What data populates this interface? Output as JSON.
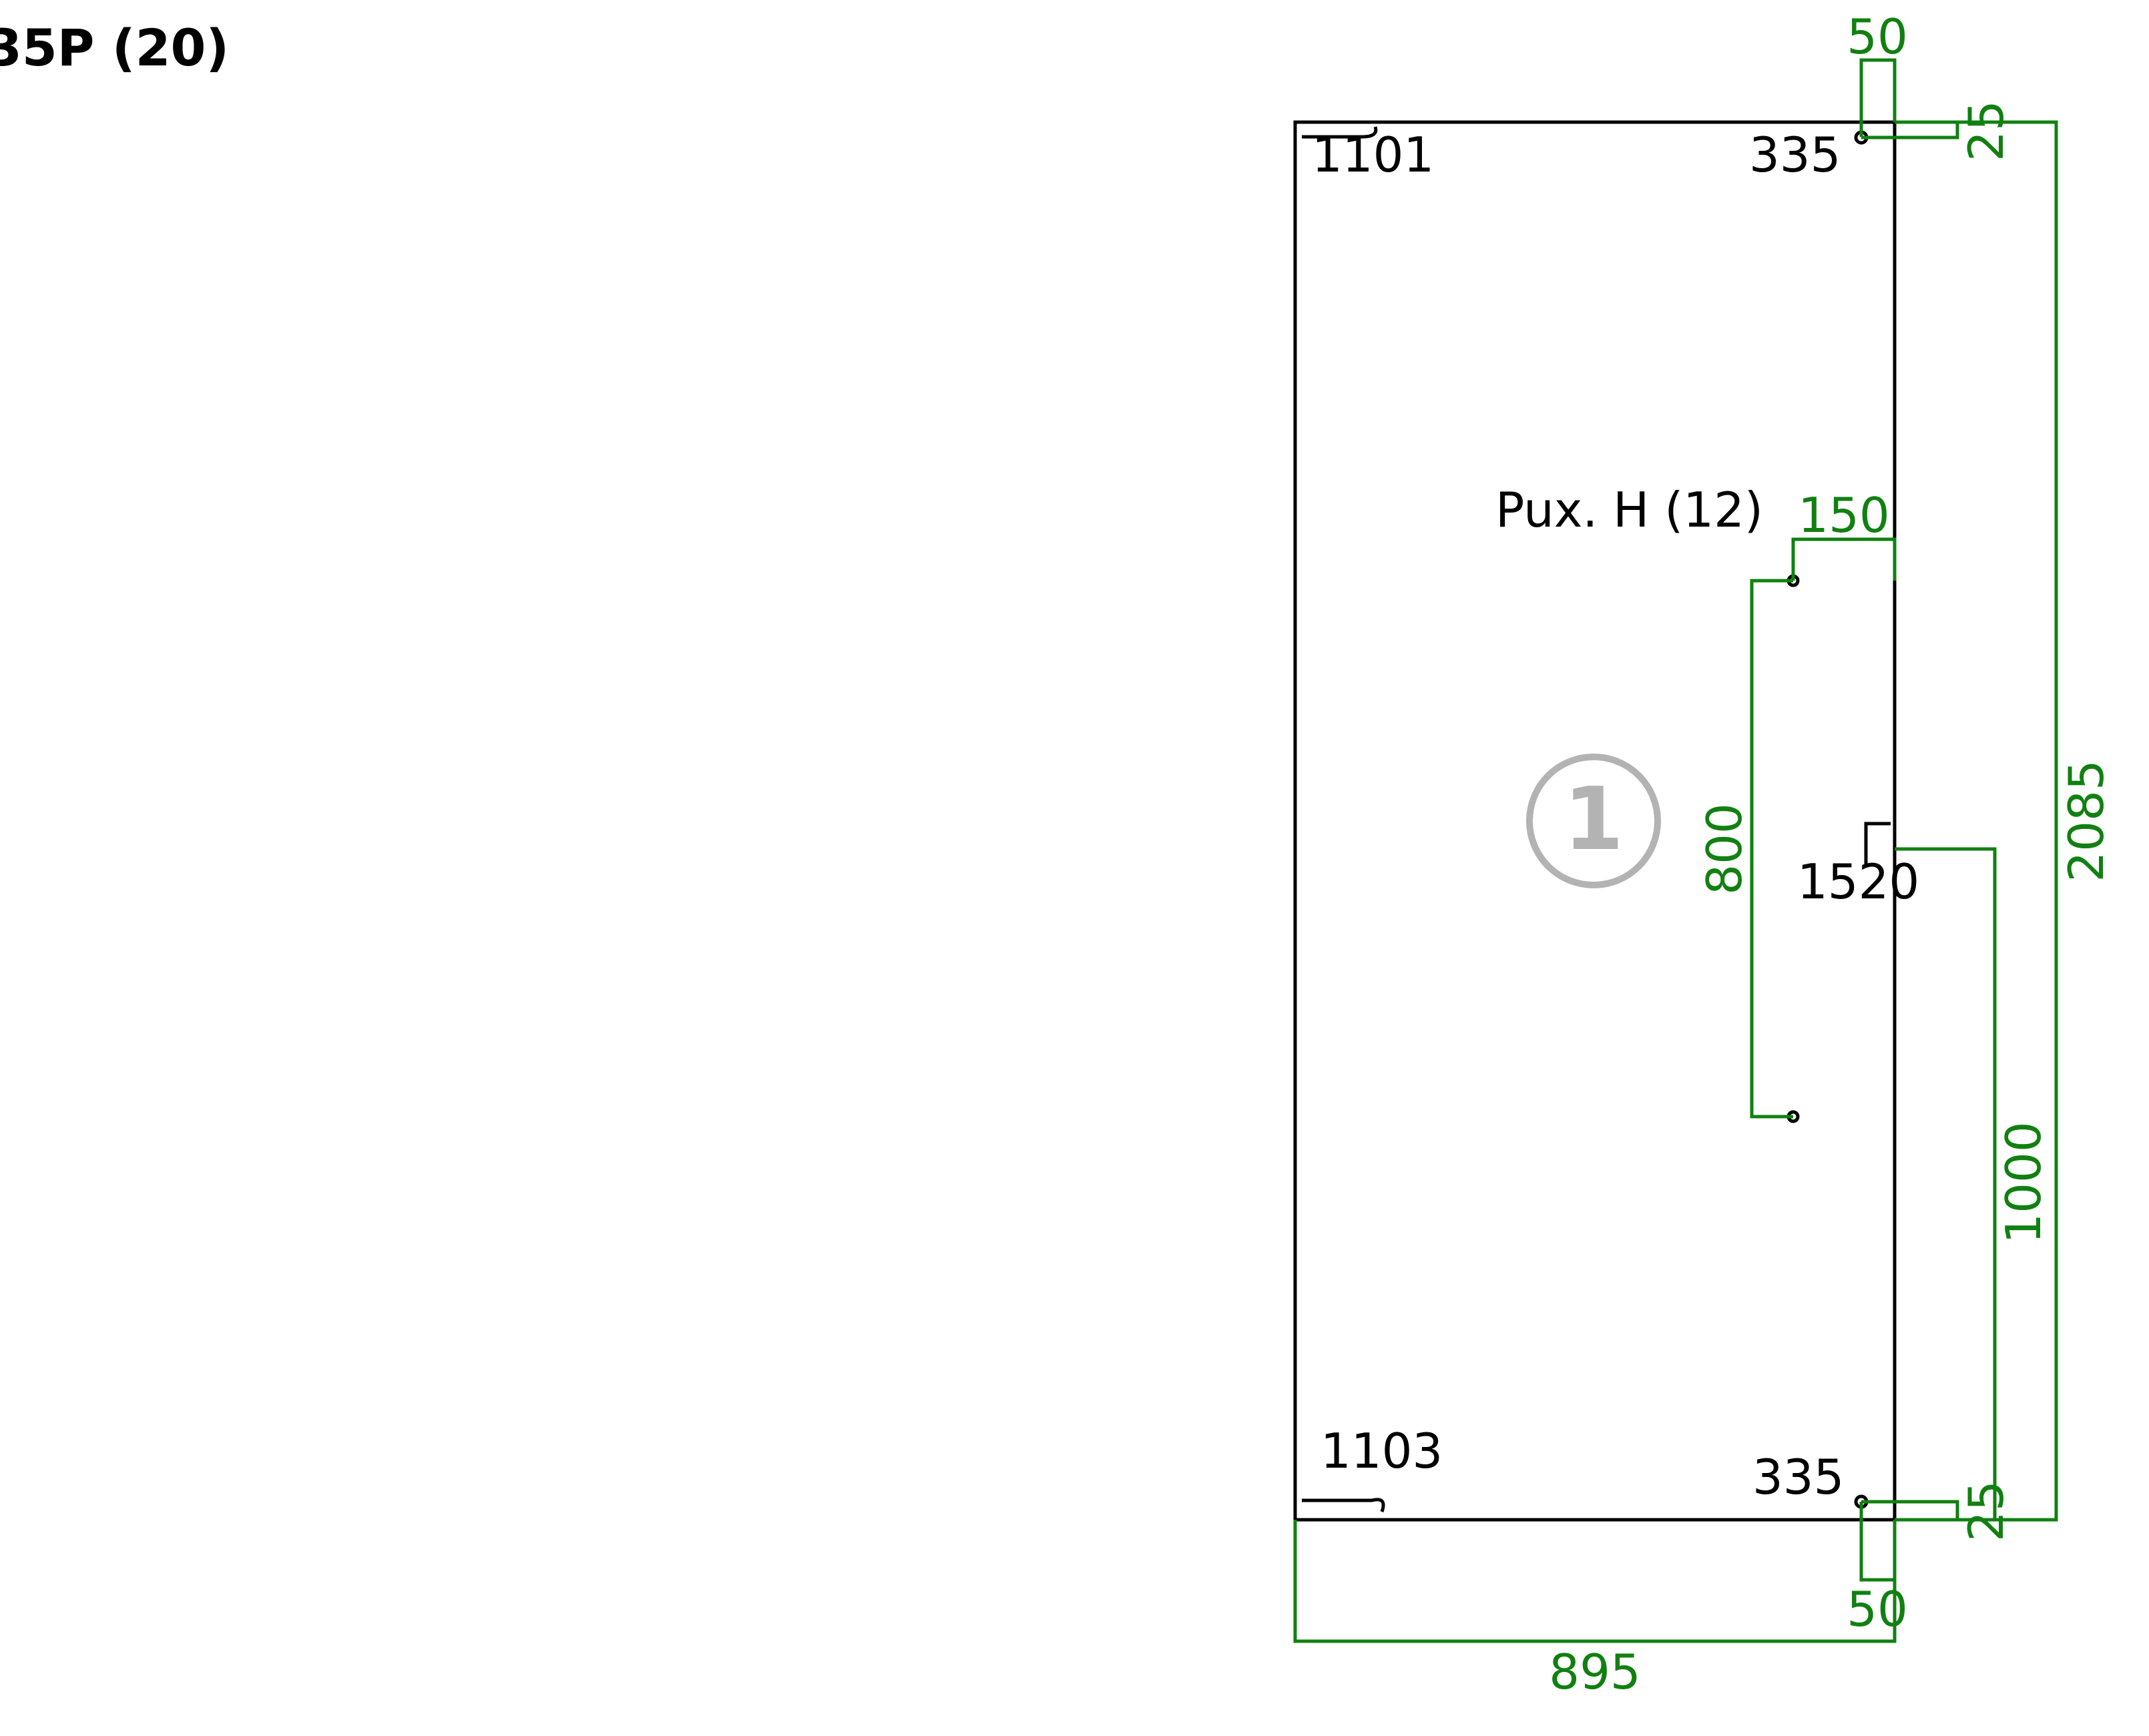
{
  "header": {
    "title": "35P (20)"
  },
  "panel": {
    "number": "1",
    "hinge_label": "Pux. H (12)"
  },
  "hardware": {
    "top_left": "1101",
    "top_right": "335",
    "mid_right": "1520",
    "bottom_left": "1103",
    "bottom_right": "335"
  },
  "dimensions": {
    "top_offset_x": "50",
    "top_offset_y": "25",
    "hinge_offset": "150",
    "hinge_span": "800",
    "mid_height": "1000",
    "total_height": "2085",
    "bottom_offset_y": "25",
    "bottom_offset_x": "50",
    "width": "895"
  },
  "colors": {
    "dimension": "#118011",
    "outline": "#000000",
    "badge": "#b3b3b3"
  }
}
